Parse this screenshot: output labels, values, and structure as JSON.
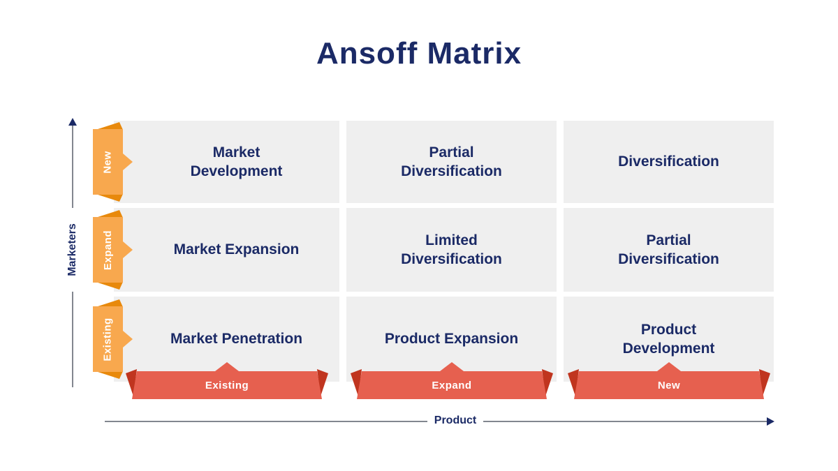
{
  "title": "Ansoff Matrix",
  "colors": {
    "navy": "#1B2A66",
    "cell_bg": "#EFEFEF",
    "ribbon_orange": "#F8A84E",
    "ribbon_orange_dark": "#E8890C",
    "banner_red": "#E6604F",
    "banner_red_dark": "#C0351F",
    "axis_line": "#82868F"
  },
  "y_axis": {
    "label": "Marketers",
    "row_labels": [
      "New",
      "Expand",
      "Existing"
    ]
  },
  "x_axis": {
    "label": "Product",
    "col_labels": [
      "Existing",
      "Expand",
      "New"
    ]
  },
  "matrix": {
    "rows": [
      {
        "cells": [
          "Market\nDevelopment",
          "Partial\nDiversification",
          "Diversification"
        ]
      },
      {
        "cells": [
          "Market Expansion",
          "Limited\nDiversification",
          "Partial\nDiversification"
        ]
      },
      {
        "cells": [
          "Market Penetration",
          "Product Expansion",
          "Product\nDevelopment"
        ]
      }
    ]
  }
}
